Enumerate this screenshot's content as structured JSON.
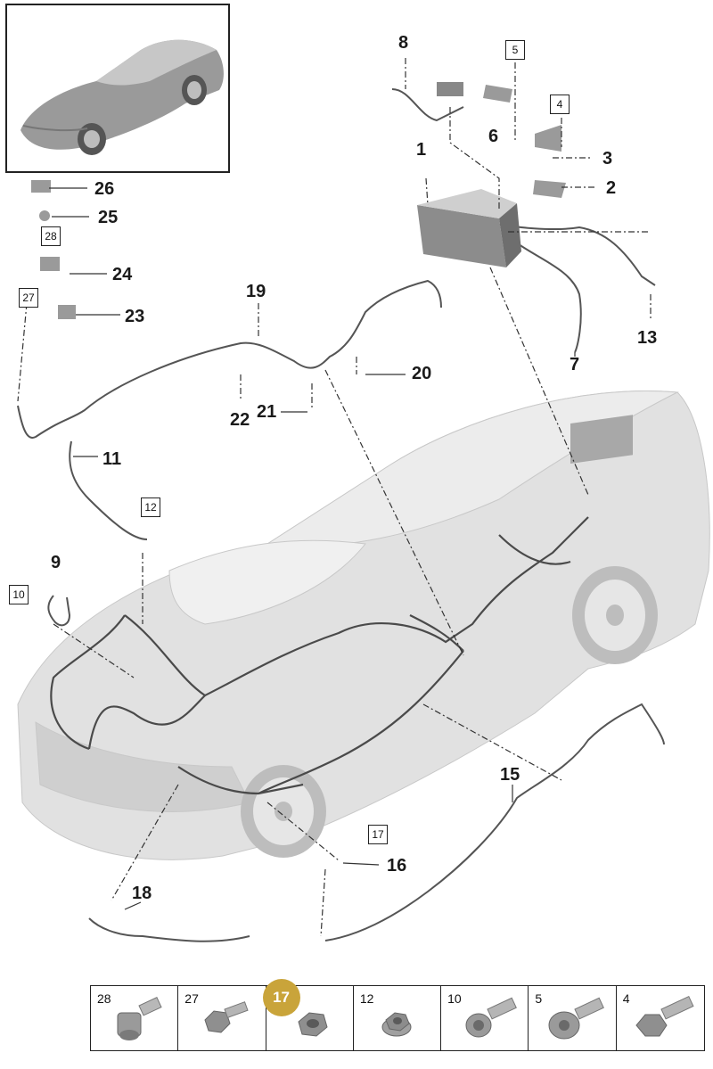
{
  "callouts": {
    "c1": "1",
    "c2": "2",
    "c3": "3",
    "c6": "6",
    "c7": "7",
    "c8": "8",
    "c9": "9",
    "c11": "11",
    "c13": "13",
    "c15": "15",
    "c16": "16",
    "c18": "18",
    "c19": "19",
    "c20": "20",
    "c21": "21",
    "c22": "22",
    "c23": "23",
    "c24": "24",
    "c25": "25",
    "c26": "26"
  },
  "boxed_refs": {
    "b4": "4",
    "b5": "5",
    "b10": "10",
    "b12": "12",
    "b17": "17",
    "b27": "27",
    "b28": "28"
  },
  "parts_strip": {
    "cells": [
      {
        "label": "28",
        "highlighted": false,
        "icon": "stud-bolt-icon"
      },
      {
        "label": "27",
        "highlighted": false,
        "icon": "hex-flange-bolt-icon"
      },
      {
        "label": "17",
        "highlighted": true,
        "icon": "hex-nut-icon"
      },
      {
        "label": "12",
        "highlighted": false,
        "icon": "flange-nut-icon"
      },
      {
        "label": "10",
        "highlighted": false,
        "icon": "torx-bolt-icon"
      },
      {
        "label": "5",
        "highlighted": false,
        "icon": "round-head-bolt-icon"
      },
      {
        "label": "4",
        "highlighted": false,
        "icon": "hex-bolt-icon"
      }
    ]
  },
  "colors": {
    "car_body": "#d9d9d9",
    "car_shade": "#c4c4c4",
    "wire": "#4a4a4a",
    "leader": "#333333",
    "highlight": "#c9a43a"
  }
}
